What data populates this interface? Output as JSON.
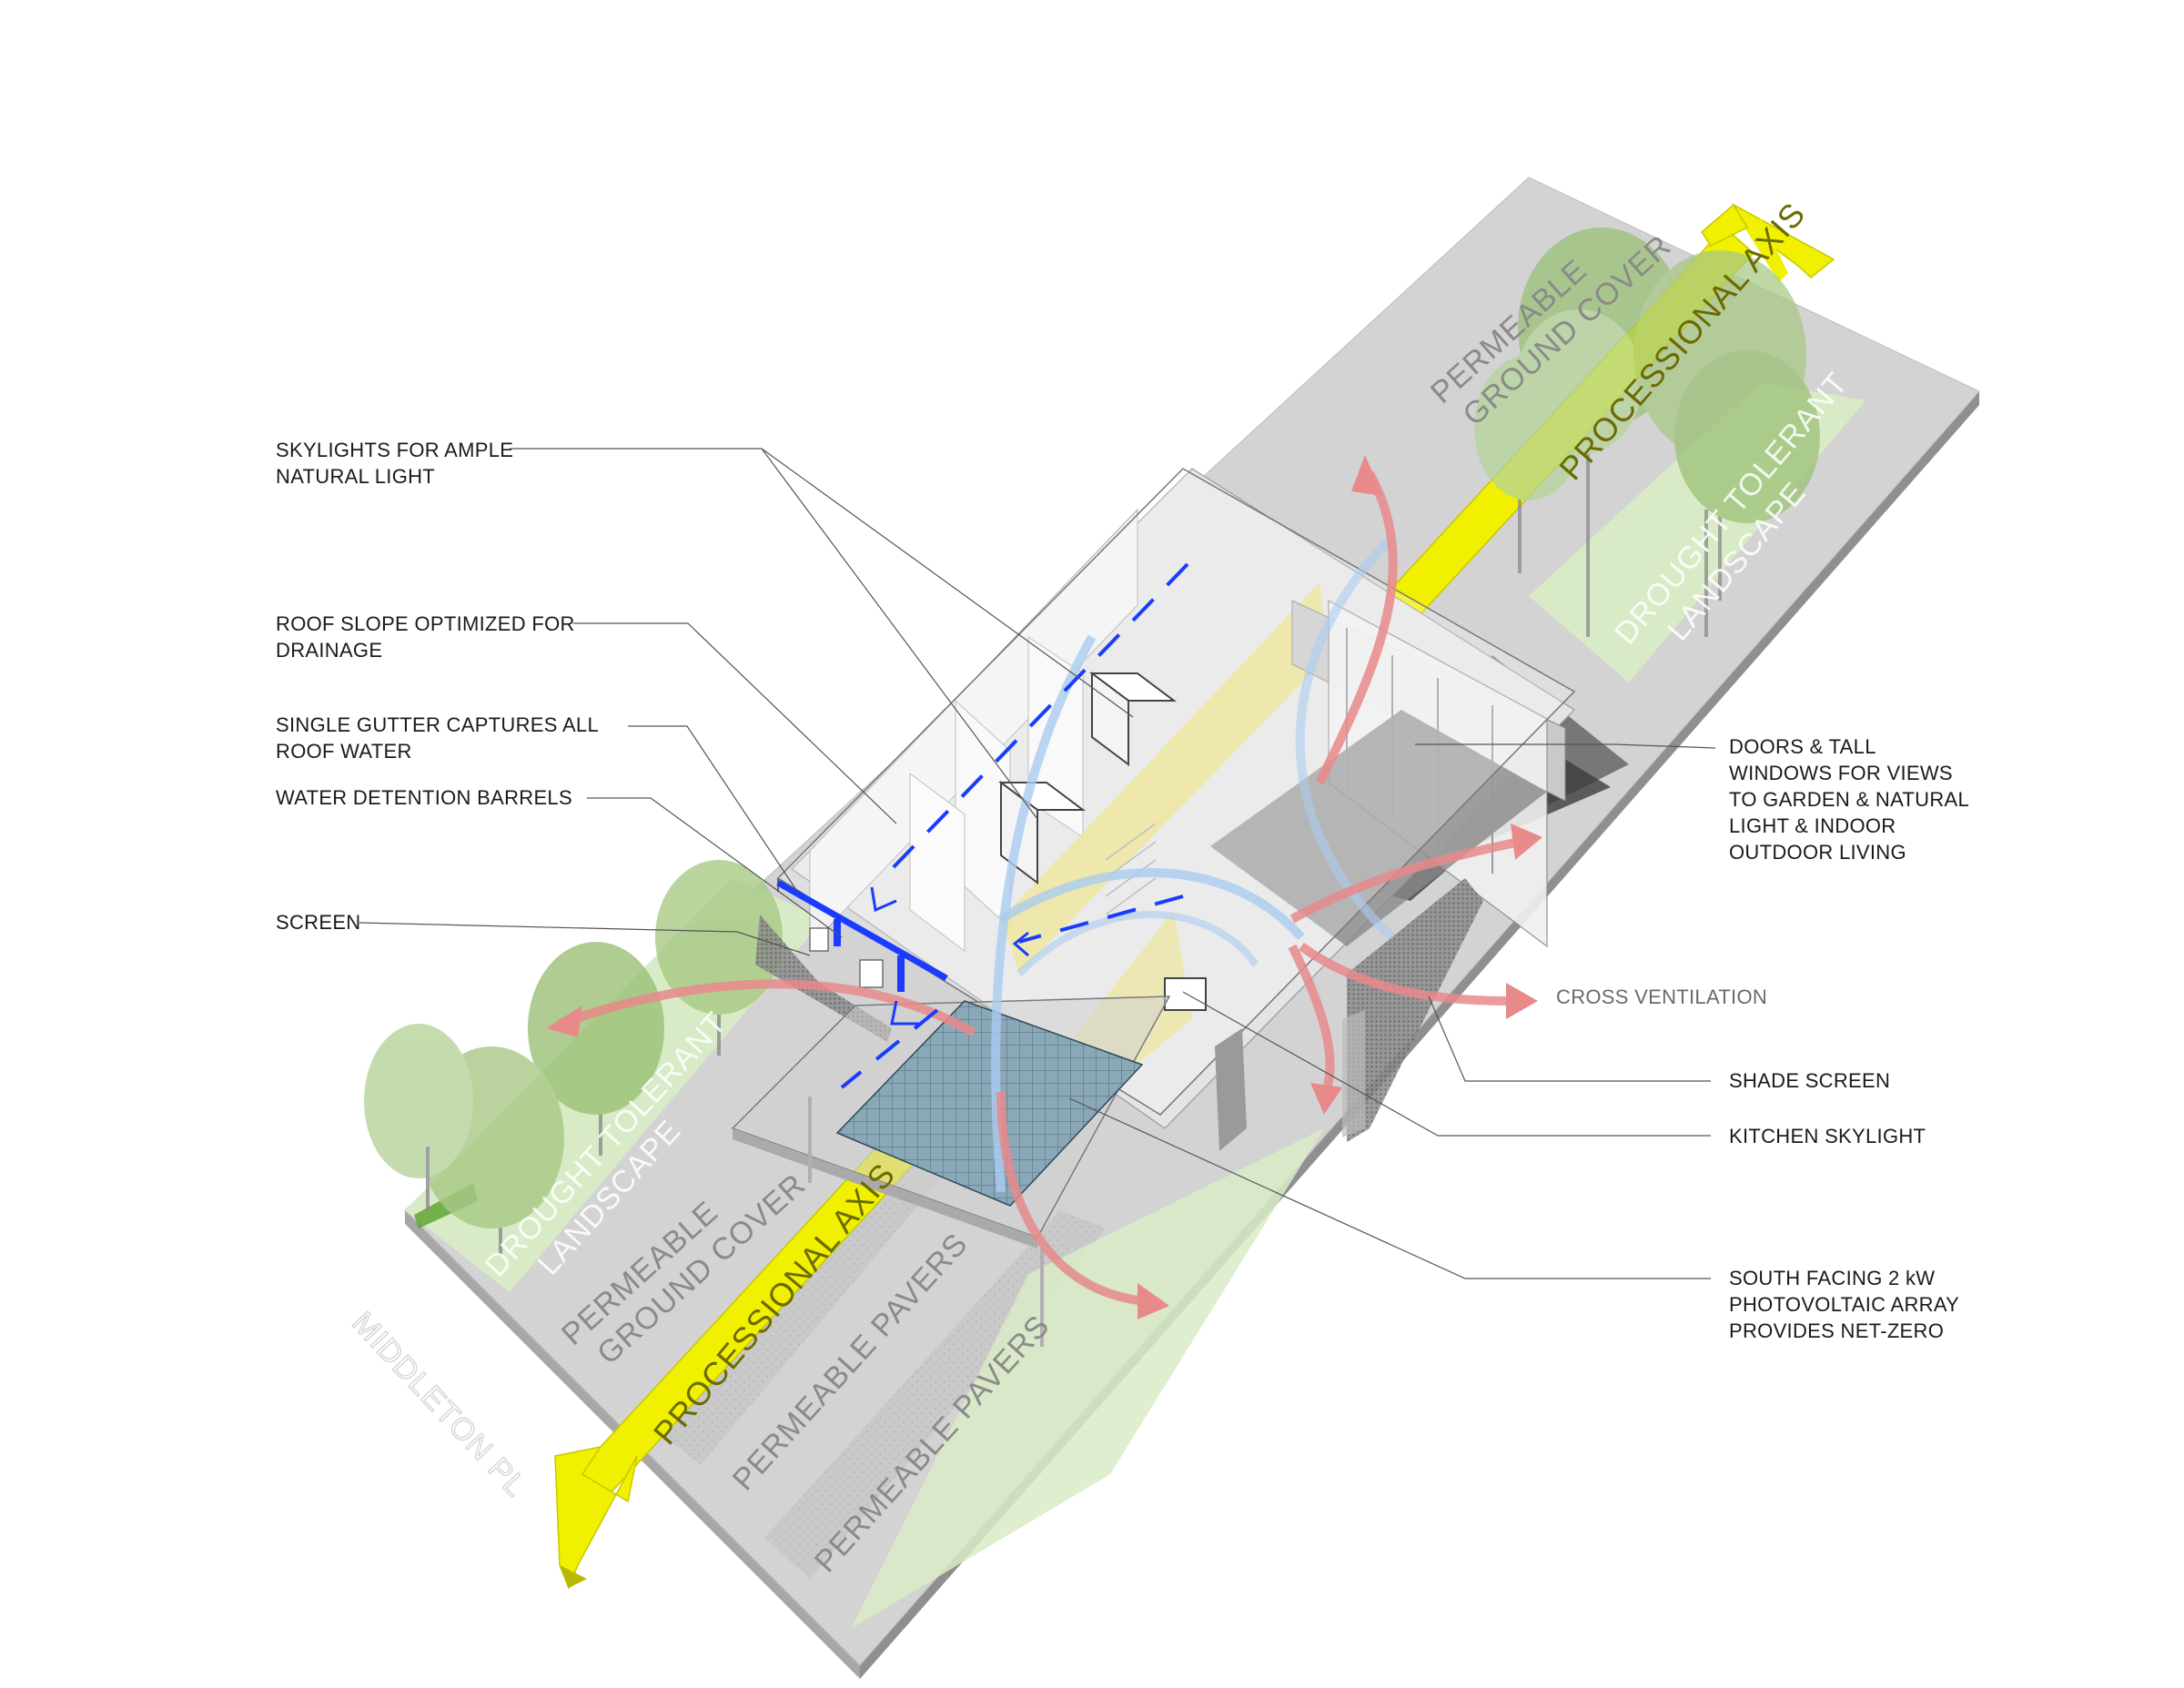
{
  "annotations": {
    "skylights": [
      "SKYLIGHTS FOR AMPLE",
      "NATURAL LIGHT"
    ],
    "roof_slope": [
      "ROOF SLOPE OPTIMIZED FOR",
      "DRAINAGE"
    ],
    "gutter": [
      "SINGLE GUTTER CAPTURES ALL",
      "ROOF WATER"
    ],
    "barrels": [
      "WATER DETENTION BARRELS"
    ],
    "screen": [
      "SCREEN"
    ],
    "doors": [
      "DOORS & TALL",
      "WINDOWS FOR VIEWS",
      "TO GARDEN & NATURAL",
      "LIGHT & INDOOR",
      "OUTDOOR LIVING"
    ],
    "cross_vent": [
      "CROSS VENTILATION"
    ],
    "shade_screen": [
      "SHADE SCREEN"
    ],
    "kitchen_skylight": [
      "KITCHEN SKYLIGHT"
    ],
    "pv_array": [
      "SOUTH FACING 2 kW",
      "PHOTOVOLTAIC ARRAY",
      "PROVIDES NET-ZERO"
    ]
  },
  "zones": {
    "ground_cover_top": [
      "PERMEABLE",
      "GROUND COVER"
    ],
    "landscape_top": [
      "DROUGHT TOLERANT",
      "LANDSCAPE"
    ],
    "axis_top": "PROCESSIONAL AXIS",
    "landscape_bottom": [
      "DROUGHT TOLERANT",
      "LANDSCAPE"
    ],
    "ground_cover_bottom": [
      "PERMEABLE",
      "GROUND COVER"
    ],
    "axis_bottom": "PROCESSIONAL AXIS",
    "pavers_1": "PERMEABLE PAVERS",
    "pavers_2": "PERMEABLE PAVERS",
    "street": "MIDDLETON PL"
  },
  "colors": {
    "axis_yellow": "#f0f000",
    "ventilation_red": "#e88a8a",
    "airflow_blue": "#aaccf0",
    "water_blue": "#1a3cff",
    "pv_panel": "#8aa8b8",
    "landscape_green": "#d8ebc6",
    "ground_grey": "#d2d2d2"
  }
}
